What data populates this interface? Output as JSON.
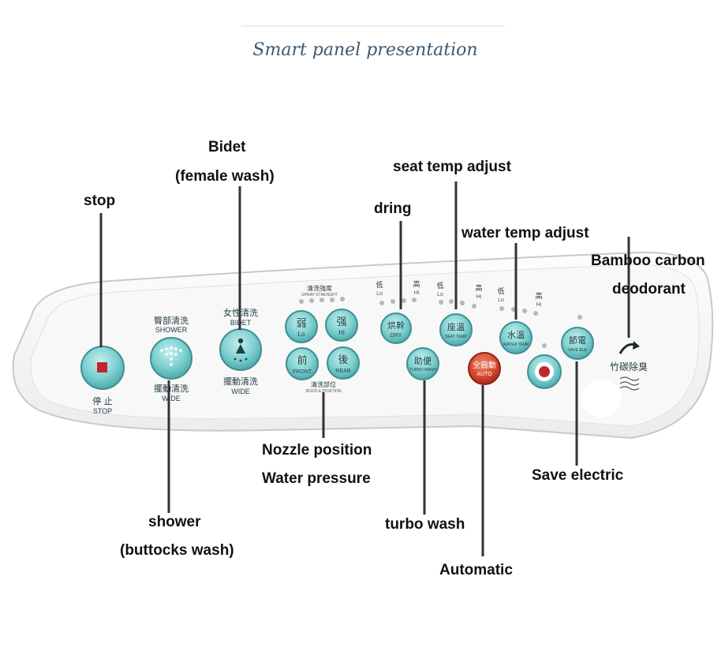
{
  "title": "Smart panel presentation",
  "callouts": {
    "stop": "stop",
    "bidet_line1": "Bidet",
    "bidet_line2": "(female wash)",
    "seat_temp": "seat temp  adjust",
    "drying": "dring",
    "water_temp": "water temp adjust",
    "bamboo_line1": "Bamboo carbon",
    "bamboo_line2": "deodorant",
    "nozzle_line1": "Nozzle position",
    "nozzle_line2": "Water pressure",
    "save_electric": "Save electric",
    "shower_line1": "shower",
    "shower_line2": "(buttocks wash)",
    "turbo_wash": "turbo wash",
    "automatic": "Automatic"
  },
  "panel": {
    "stop": {
      "label_cn": "停 止",
      "label_en": "STOP"
    },
    "shower": {
      "top_cn": "臀部清洗",
      "top_en": "SHOWER",
      "bottom_cn": "擺動清洗",
      "bottom_en": "WIDE"
    },
    "bidet": {
      "top_cn": "女性清洗",
      "top_en": "BIDET",
      "bottom_cn": "擺動清洗",
      "bottom_en": "WIDE"
    },
    "spray_strength": {
      "cn": "清洗強度",
      "en": "SPRAY STRENGHT"
    },
    "weak": {
      "cn": "弱",
      "en": "Lo"
    },
    "strong": {
      "cn": "强",
      "en": "Hi"
    },
    "front": {
      "cn": "前",
      "en": "FRONT"
    },
    "rear": {
      "cn": "後",
      "en": "REAR"
    },
    "nozzle_position": {
      "cn": "清洗部位",
      "en": "NOZZLE POSITION"
    },
    "dry": {
      "cn": "烘幹",
      "en": "DRY"
    },
    "seat_temp": {
      "cn": "座溫",
      "en": "SEAT TEMP"
    },
    "water_temp": {
      "cn": "水溫",
      "en": "WATER TEMP"
    },
    "save_ele": {
      "cn": "節電",
      "en": "SAVE ELE"
    },
    "turbo": {
      "cn": "助便",
      "en": "TURBO WASH"
    },
    "auto": {
      "cn": "全自動",
      "en": "AUTO"
    },
    "deodorant": {
      "cn": "竹碳除臭"
    },
    "level_low": {
      "cn": "低",
      "en": "Lo"
    },
    "level_high": {
      "cn": "高",
      "en": "Hi"
    }
  },
  "colors": {
    "button_teal": "#7ecfcf",
    "button_ring": "#3f8f92",
    "auto_red": "#d2432a",
    "stop_square": "#c0262a",
    "panel_face": "#f6f6f6",
    "panel_edge": "#c9c9c9",
    "title": "#3e5870",
    "leader": "#333333"
  }
}
